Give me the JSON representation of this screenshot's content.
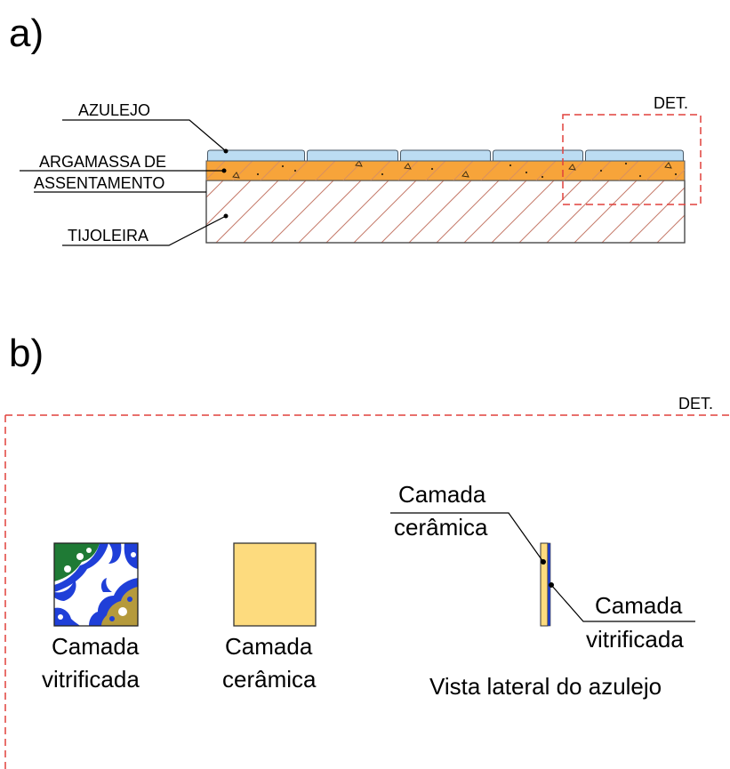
{
  "panel_a": {
    "label": "a)",
    "leaders": {
      "tile": "AZULEJO",
      "mortar_line1": "ARGAMASSA DE",
      "mortar_line2": "ASSENTAMENTO",
      "brick": "TIJOLEIRA"
    },
    "detail_label": "DET."
  },
  "panel_b": {
    "label": "b)",
    "detail_label": "DET.",
    "glazed_tile": {
      "line1": "Camada",
      "line2": "vitrificada"
    },
    "ceramic_tile": {
      "line1": "Camada",
      "line2": "cerâmica"
    },
    "side_view": {
      "ceramic_line1": "Camada",
      "ceramic_line2": "cerâmica",
      "glazed_line1": "Camada",
      "glazed_line2": "vitrificada",
      "caption": "Vista lateral do azulejo"
    }
  },
  "colors": {
    "tile": "#bcdcf2",
    "mortar": "#f7a43a",
    "hatch": "#c57a6a",
    "detail_box": "#e0403c",
    "ceramic": "#fddb7e",
    "glaze_blue": "#1f3fd8",
    "glaze_green": "#1f7a35",
    "glaze_gold": "#b59a3c"
  }
}
